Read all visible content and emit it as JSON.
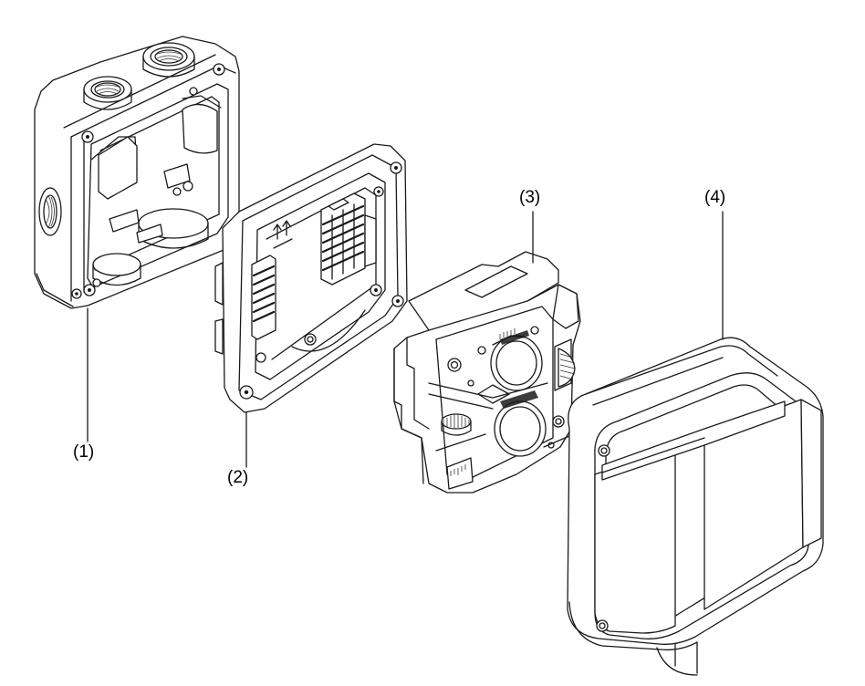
{
  "callouts": [
    {
      "id": "1",
      "text": "(1)"
    },
    {
      "id": "2",
      "text": "(2)"
    },
    {
      "id": "3",
      "text": "(3)"
    },
    {
      "id": "4",
      "text": "(4)"
    }
  ],
  "colors": {
    "line": "#1a1a1a",
    "background": "#ffffff"
  }
}
